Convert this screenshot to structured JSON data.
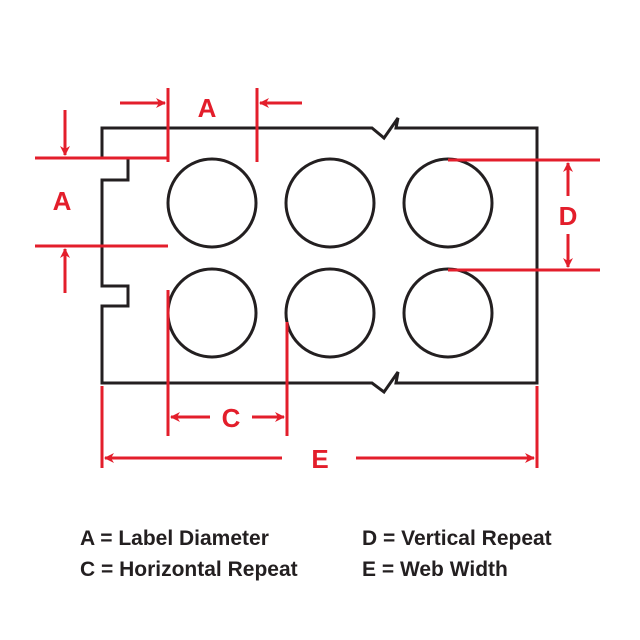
{
  "dimension_letters": {
    "a": "A",
    "c": "C",
    "d": "D",
    "e": "E"
  },
  "legend": [
    {
      "text": "A = Label Diameter"
    },
    {
      "text": "D = Vertical Repeat"
    },
    {
      "text": "C = Horizontal Repeat"
    },
    {
      "text": "E = Web Width"
    }
  ],
  "colors": {
    "dimension": "#e31e2b",
    "outline": "#231f20"
  }
}
